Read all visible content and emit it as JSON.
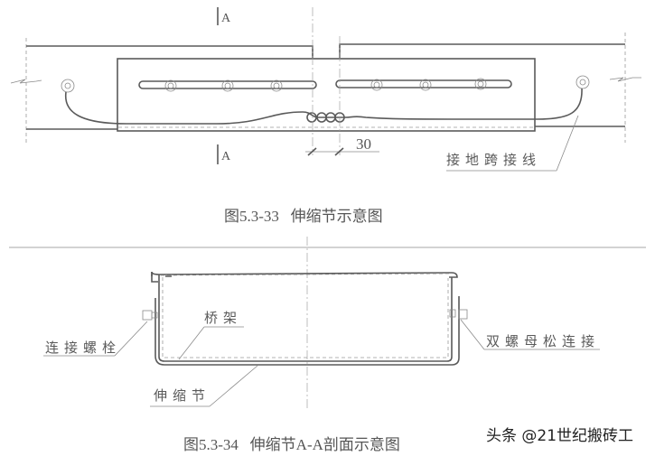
{
  "figure_top": {
    "caption": "图5.3-33   伸缩节示意图",
    "section_marker_top": "A",
    "section_marker_bottom": "A",
    "dimension": "30",
    "label_ground_jumper": "接地跨接线"
  },
  "figure_bottom": {
    "caption": "图5.3-34   伸缩节A-A剖面示意图",
    "label_tray": "桥架",
    "label_connect_bolt": "连接螺栓",
    "label_expansion_joint": "伸缩节",
    "label_double_nut": "双螺母松连接"
  },
  "watermark": "头条 @21世纪搬砖工"
}
